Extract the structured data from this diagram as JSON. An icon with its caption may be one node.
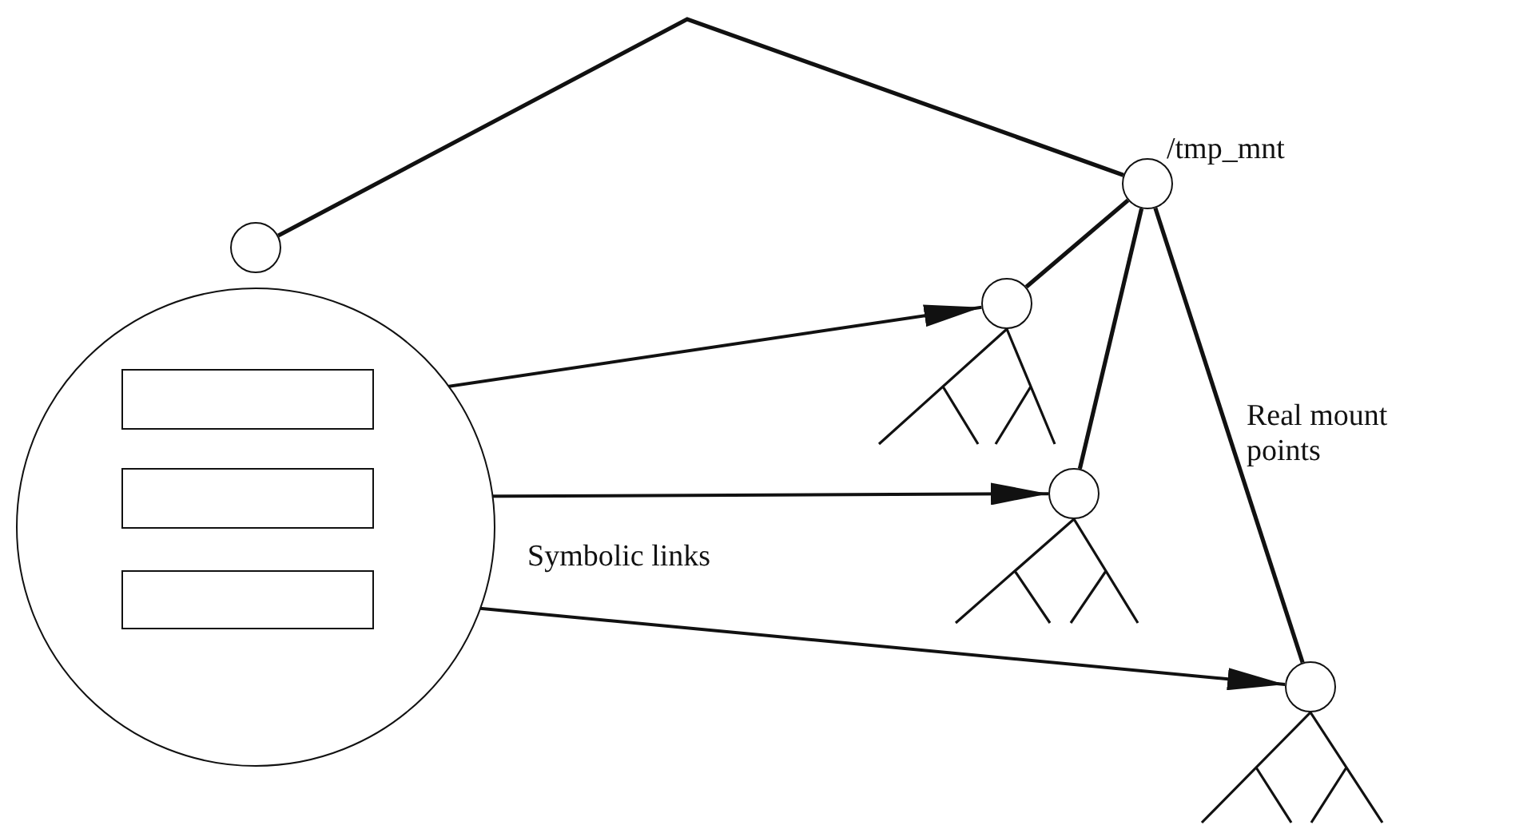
{
  "diagram": {
    "nodes": [
      {
        "text": [],
        "shape": "circle"
      },
      {
        "text": [],
        "shape": "circle"
      },
      {
        "text": [],
        "shape": "box",
        "in": 1
      },
      {
        "text": [],
        "shape": "box",
        "in": 1
      },
      {
        "text": [],
        "shape": "box",
        "in": 1
      },
      {
        "text": [
          "/tmp_mnt"
        ]
      },
      {
        "text": [],
        "shape": "circle"
      },
      {
        "text": [],
        "shape": "circle"
      },
      {
        "text": [],
        "shape": "circle"
      }
    ],
    "edges": [
      {
        "from": 0,
        "to": 5,
        "arrow": "none"
      },
      {
        "from": 5,
        "to": 6,
        "arrow": "none"
      },
      {
        "from": 5,
        "to": 7,
        "arrow": "none"
      },
      {
        "from": 5,
        "to": 8,
        "arrow": "none"
      },
      {
        "from": 2,
        "to": 6,
        "arrow": "to"
      },
      {
        "from": 3,
        "to": 7,
        "arrow": "to"
      },
      {
        "from": 4,
        "to": 8,
        "arrow": "to"
      }
    ],
    "labels": [
      "Real mount points",
      "Symbolic links"
    ]
  }
}
